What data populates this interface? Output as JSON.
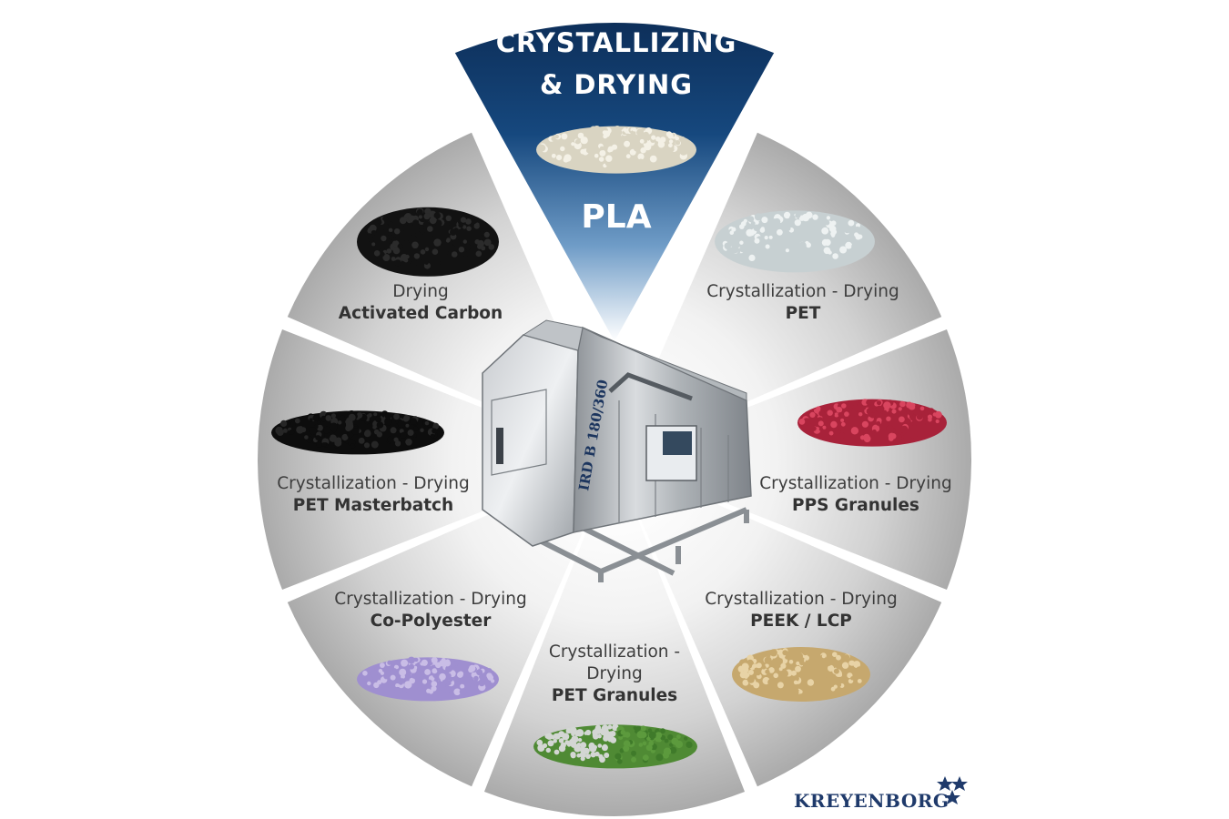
{
  "diagram": {
    "highlight": {
      "title_line1": "CRYSTALLIZING",
      "title_line2": "& DRYING",
      "material": "PLA",
      "color": "#0f3563"
    },
    "segments": [
      {
        "id": "activated-carbon",
        "process": "Drying",
        "material": "Activated Carbon",
        "granule": "powder-black"
      },
      {
        "id": "pet",
        "process": "Crystallization - Drying",
        "material": "PET",
        "granule": "flakes-clear"
      },
      {
        "id": "pet-masterbatch",
        "process": "Crystallization - Drying",
        "material": "PET Masterbatch",
        "granule": "pellets-black"
      },
      {
        "id": "pps-granules",
        "process": "Crystallization - Drying",
        "material": "PPS Granules",
        "granule": "pellets-red"
      },
      {
        "id": "co-polyester",
        "process": "Crystallization - Drying",
        "material": "Co-Polyester",
        "granule": "pellets-lilac"
      },
      {
        "id": "peek-lcp",
        "process": "Crystallization - Drying",
        "material": "PEEK / LCP",
        "granule": "pellets-beige"
      },
      {
        "id": "pet-granules",
        "process_line1": "Crystallization -",
        "process_line2": "Drying",
        "material": "PET Granules",
        "granule": "pellets-grey-green"
      }
    ],
    "machine": {
      "model_label": "IRD B 180/360"
    }
  },
  "brand": {
    "name": "KREYENBORG",
    "mark": "stars-icon",
    "color": "#1f3a6b"
  }
}
